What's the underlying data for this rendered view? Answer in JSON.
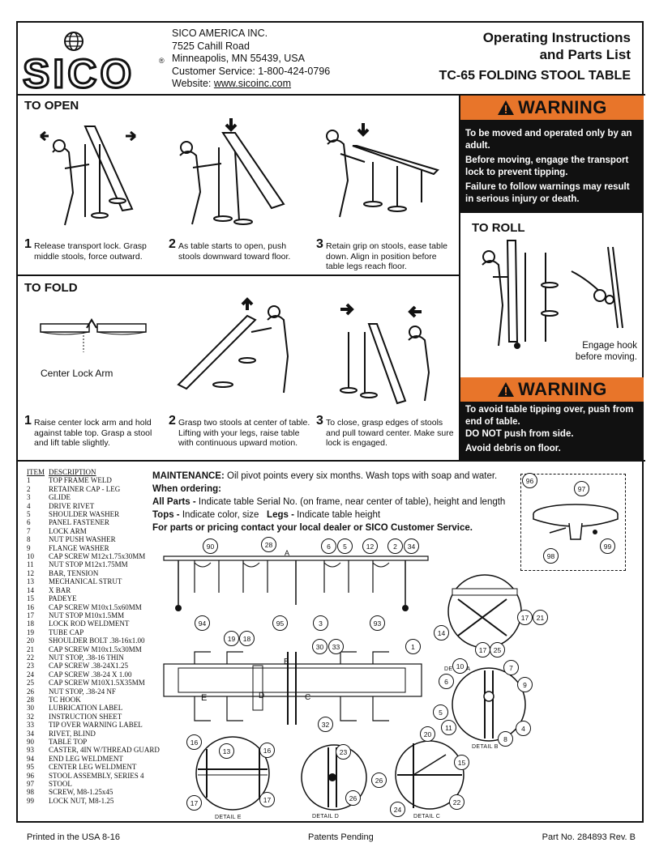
{
  "header": {
    "logo": "SICO",
    "address": [
      "SICO AMERICA INC.",
      "7525 Cahill Road",
      "Minneapolis, MN 55439, USA",
      "Customer Service: 1-800-424-0796"
    ],
    "website_label": "Website: ",
    "website": "www.sicoinc.com",
    "title_line1": "Operating Instructions",
    "title_line2": "and Parts List",
    "model_title": "TC-65 FOLDING STOOL TABLE"
  },
  "to_open": {
    "heading": "TO OPEN",
    "steps": [
      {
        "num": "1",
        "text": "Release transport lock.  Grasp middle stools, force outward."
      },
      {
        "num": "2",
        "text": "As table starts to open, push stools downward toward floor."
      },
      {
        "num": "3",
        "text": "Retain grip on stools, ease table down.  Align in position before table legs reach floor."
      }
    ]
  },
  "to_fold": {
    "heading": "TO FOLD",
    "center_lock_label": "Center Lock Arm",
    "steps": [
      {
        "num": "1",
        "text": "Raise center lock arm and hold against table top.  Grasp a stool and lift table slightly."
      },
      {
        "num": "2",
        "text": "Grasp two stools at center of table.  Lifting with your legs, raise table with continuous upward motion."
      },
      {
        "num": "3",
        "text": "To close, grasp edges of stools and pull toward center. Make sure lock is engaged."
      }
    ]
  },
  "warning1": {
    "title": "WARNING",
    "lines": [
      "To be moved and operated only by an adult.",
      "Before moving, engage the transport lock to prevent tipping.",
      "Failure to follow warnings may result in serious injury or death."
    ]
  },
  "to_roll": {
    "heading": "TO ROLL",
    "caption": "Engage hook before moving."
  },
  "warning2": {
    "title": "WARNING",
    "lines": [
      "To avoid table tipping over, push from end of table.",
      "DO NOT push from side.",
      "Avoid debris on floor."
    ]
  },
  "parts": {
    "col_item": "ITEM",
    "col_desc": "DESCRIPTION",
    "items": [
      [
        "1",
        "TOP FRAME WELD"
      ],
      [
        "2",
        "RETAINER CAP - LEG"
      ],
      [
        "3",
        "GLIDE"
      ],
      [
        "4",
        "DRIVE RIVET"
      ],
      [
        "5",
        "SHOULDER WASHER"
      ],
      [
        "6",
        "PANEL FASTENER"
      ],
      [
        "7",
        "LOCK ARM"
      ],
      [
        "8",
        "NUT PUSH WASHER"
      ],
      [
        "9",
        "FLANGE WASHER"
      ],
      [
        "10",
        "CAP SCREW M12x1.75x30MM"
      ],
      [
        "11",
        "NUT STOP M12x1.75MM"
      ],
      [
        "12",
        "BAR, TENSION"
      ],
      [
        "13",
        "MECHANICAL STRUT"
      ],
      [
        "14",
        "X BAR"
      ],
      [
        "15",
        "PADEYE"
      ],
      [
        "16",
        "CAP SCREW M10x1.5x60MM"
      ],
      [
        "17",
        "NUT STOP M10x1.5MM"
      ],
      [
        "18",
        "LOCK ROD WELDMENT"
      ],
      [
        "19",
        "TUBE CAP"
      ],
      [
        "20",
        "SHOULDER BOLT .38-16x1.00"
      ],
      [
        "21",
        "CAP SCREW M10x1.5x30MM"
      ],
      [
        "22",
        "NUT STOP, .38-16 THIN"
      ],
      [
        "23",
        "CAP SCREW .38-24X1.25"
      ],
      [
        "24",
        "CAP SCREW .38-24 X 1.00"
      ],
      [
        "25",
        "CAP SCREW M10X1.5X35MM"
      ],
      [
        "26",
        "NUT STOP, .38-24 NF"
      ],
      [
        "28",
        "TC HOOK"
      ],
      [
        "30",
        "LUBRICATION LABEL"
      ],
      [
        "32",
        "INSTRUCTION SHEET"
      ],
      [
        "33",
        "TIP OVER WARNING LABEL"
      ],
      [
        "34",
        "RIVET, BLIND"
      ],
      [
        "90",
        "TABLE TOP"
      ],
      [
        "93",
        "CASTER, 4IN W/THREAD GUARD"
      ],
      [
        "94",
        "END LEG WELDMENT"
      ],
      [
        "95",
        "CENTER LEG WELDMENT"
      ],
      [
        "96",
        "STOOL ASSEMBLY, SERIES 4"
      ],
      [
        "97",
        "STOOL"
      ],
      [
        "98",
        "SCREW, M8-1.25x45"
      ],
      [
        "99",
        "LOCK NUT, M8-1.25"
      ]
    ]
  },
  "maintenance": {
    "maint_label": "MAINTENANCE:",
    "maint_text": " Oil pivot points every six months. Wash tops with soap and water.",
    "ordering": "When ordering:",
    "all_parts_label": "All Parts -",
    "all_parts_text": " Indicate table Serial No. (on frame, near center of table), height and length",
    "tops_label": "Tops -",
    "tops_text": " Indicate color, size   ",
    "legs_label": "Legs -",
    "legs_text": " Indicate table height",
    "contact": "For parts or pricing contact your local dealer or SICO Customer Service."
  },
  "diagram_labels": {
    "detail_a": "DETAIL  A",
    "detail_b": "DETAIL  B",
    "detail_c": "DETAIL  C",
    "detail_d": "DETAIL  D",
    "detail_e": "DETAIL  E",
    "letter_a": "A",
    "letter_b": "B",
    "letter_c": "C",
    "letter_d": "D",
    "letter_e": "E"
  },
  "footer": {
    "left": "Printed in the USA 8-16",
    "center": "Patents Pending",
    "right": "Part No. 284893 Rev. B"
  }
}
